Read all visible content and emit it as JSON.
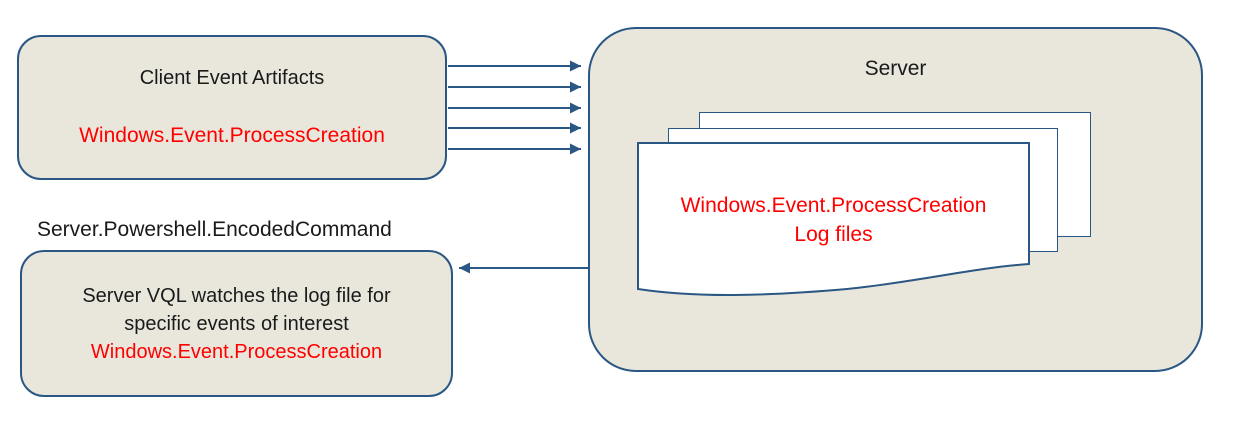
{
  "colors": {
    "box_fill": "#e9e7dc",
    "connector_blue": "#2a5783",
    "red_text": "#ff0000",
    "black_text": "#1a1a1a",
    "document_fill": "#ffffff",
    "page_background": "#ffffff"
  },
  "diagram": {
    "client_box": {
      "title": "Client Event Artifacts",
      "artifact": "Windows.Event.ProcessCreation"
    },
    "server_box": {
      "title": "Server",
      "document": {
        "line1": "Windows.Event.ProcessCreation",
        "line2": "Log files"
      }
    },
    "watch_label": "Server.Powershell.EncodedCommand",
    "watch_box": {
      "lines": [
        "Server VQL watches the log file for",
        "specific events of interest",
        "Windows.Event.ProcessCreation"
      ]
    },
    "connectors": {
      "client_to_server_count": 5,
      "direction_client_to_server": "right",
      "direction_server_to_watch": "left"
    }
  }
}
